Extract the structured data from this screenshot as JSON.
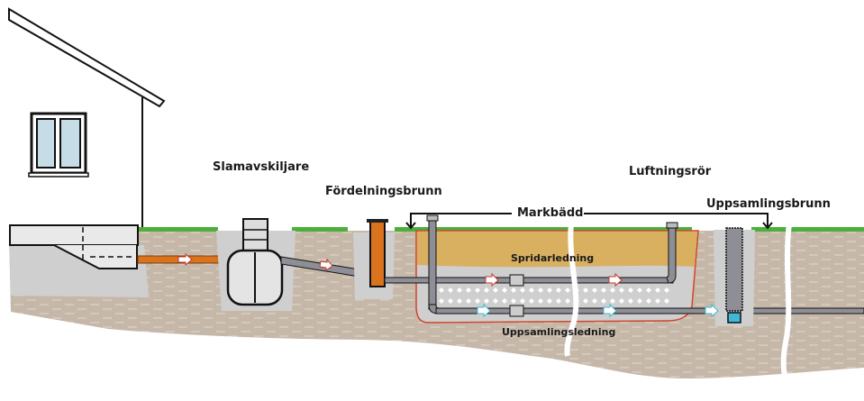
{
  "title": "Markbädd – avloppsanläggning",
  "labels": {
    "slamavskiljare": "Slamavskiljare",
    "fordelningsbrunn": "Fördelningsbrunn",
    "markbadd": "Markbädd",
    "luftningsror": "Luftningsrör",
    "uppsamlingsbrunn": "Uppsamlingsbrunn",
    "spridarledning": "Spridarledning",
    "uppsamlingsledning": "Uppsamlingsledning"
  },
  "colors": {
    "soil": "#c6b8a9",
    "gravel": "#cfcfcf",
    "sand_bed": "#d9b060",
    "grass": "#4caf3a",
    "inlet_pipe": "#d9731e",
    "gray_pipe": "#8e8e96",
    "liner": "#d0452a",
    "window_glass": "#c6dde8",
    "water": "#3fb7d6",
    "arrow_wastewater": "#c0392b",
    "arrow_treated": "#3fb7d6"
  }
}
